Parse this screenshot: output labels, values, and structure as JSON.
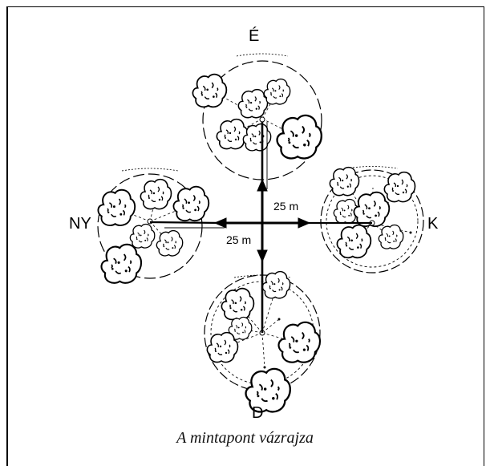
{
  "labels": {
    "north": "É",
    "south": "D",
    "west": "NY",
    "east": "K",
    "distance_1": "25 m",
    "distance_2": "25 m"
  },
  "caption": "A mintapont vázrajza",
  "colors": {
    "ink": "#000000",
    "background": "#ffffff"
  }
}
